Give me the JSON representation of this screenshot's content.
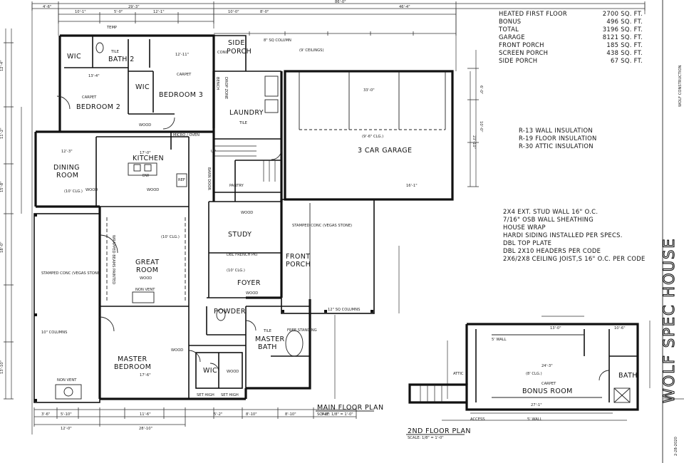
{
  "areas": [
    {
      "label": "HEATED FIRST FLOOR",
      "value": "2700 SQ. FT."
    },
    {
      "label": "BONUS",
      "value": "496 SQ. FT."
    },
    {
      "label": "TOTAL",
      "value": "3196 SQ. FT."
    },
    {
      "label": "GARAGE",
      "value": "8121 SQ. FT."
    },
    {
      "label": "FRONT PORCH",
      "value": "185 SQ. FT."
    },
    {
      "label": "SCREEN PORCH",
      "value": "438 SQ. FT."
    },
    {
      "label": "SIDE PORCH",
      "value": "67 SQ. FT."
    }
  ],
  "insulation": [
    "R-13 WALL INSULATION",
    "R-19 FLOOR INSULATION",
    "R-30 ATTIC INSULATION"
  ],
  "construction_notes": [
    "2X4 EXT. STUD WALL 16\" O.C.",
    "7/16\" OSB WALL SHEATHING",
    "HOUSE WRAP",
    "HARDI SIDING INSTALLED PER SPECS.",
    "DBL TOP PLATE",
    "DBL 2X10 HEADERS PER CODE",
    "2X6/2X8 CEILING JOIST,S 16\" O.C. PER CODE"
  ],
  "title": "WOLF SPEC HOUSE",
  "company": "WOLF CONSTRUCTION",
  "date": "2-28-2020",
  "main_floor_label": "MAIN FLOOR PLAN",
  "main_scale": "SCALE: 1/8\" = 1'-0\"",
  "second_floor_label": "2ND FLOOR PLAN",
  "second_scale": "SCALE: 1/8\" = 1'-0\"",
  "rooms": {
    "wic_top": "WIC",
    "bath2": "BATH 2",
    "bedroom2": "BEDROOM 2",
    "bedroom3": "BEDROOM 3",
    "wic_b3": "WIC",
    "side_porch_1": "SIDE",
    "side_porch_2": "PORCH",
    "laundry": "LAUNDRY",
    "garage": "3 CAR GARAGE",
    "kitchen": "KITCHEN",
    "dining_1": "DINING",
    "dining_2": "ROOM",
    "great_1": "GREAT",
    "great_2": "ROOM",
    "study": "STUDY",
    "front_1": "FRONT",
    "front_2": "PORCH",
    "foyer": "FOYER",
    "powder": "POWDER",
    "master_bath_1": "MASTER",
    "master_bath_2": "BATH",
    "master_bed_1": "MASTER",
    "master_bed_2": "BEDROOM",
    "wic_master": "WIC",
    "bonus": "BONUS ROOM",
    "bath_up": "BATH"
  },
  "small_labels": {
    "ceilings_9": "(9' CEILINGS)",
    "ceilings_10": "(10' CLG.)",
    "ceilings_8": "(8' CLG.)",
    "garage_clg": "(9'-6\" CLG.)",
    "carpet_b2": "CARPET",
    "carpet_b3": "CARPET",
    "carpet_bonus": "CARPET",
    "tile_bath2": "TILE",
    "tile_laundry": "TILE",
    "tile_mbath": "TILE",
    "wood_kitchen": "WOOD",
    "wood_dining": "WOOD",
    "wood_great": "WOOD",
    "wood_study": "WOOD",
    "wood_foyer": "WOOD",
    "wood_mbed": "WOOD",
    "wood_wic": "WOOD",
    "wood_hall": "WOOD",
    "stamped_left": "STAMPED CONC (VEGAS STONE)",
    "stamped_front": "STAMPED CONC (VEGAS STONE)",
    "columns_left": "10\" COLUMNS",
    "wrapped_beams": "WRAPPED BEAMS PAINTED",
    "non_vent_1": "NON VENT",
    "non_vent_2": "NON VENT",
    "dbl_french": "DBL FRENCH PKT",
    "micro_oven": "MICRO / OVEN",
    "pantry": "PANTRY",
    "bench": "BENCH",
    "drop_zone": "DROP ZONE",
    "free_standing": "FREE STANDING",
    "attic": "ATTIC",
    "access": "ACCESS",
    "set_high_1": "SET HIGH",
    "set_high_2": "SET HIGH",
    "ref": "REF",
    "dw": "DW",
    "up": "UP",
    "barn_door": "BARN DOOR",
    "conc": "CONC",
    "ed_column": "8\" SQ COLUMN",
    "sq_column": "12\" SQ COLUMNS",
    "temp": "TEMP",
    "five_wall": "5' WALL",
    "five_wall_2": "5' WALL"
  },
  "dims": {
    "top_total": "86'-0\"",
    "top_a": "29'-3\"",
    "top_b": "46'-4\"",
    "top_c": "4'-6\"",
    "top_d": "10'-1\"",
    "top_e": "5'-0\"",
    "top_f": "12'-1\"",
    "top_g": "10'-0\"",
    "top_h": "8'-0\"",
    "bot_total": "28'-10\"",
    "bot_a": "12'-0\"",
    "bot_b": "3'-6\"",
    "bot_c": "11'-6\"",
    "bot_d": "5'-10\"",
    "bot_e": "8'-10\"",
    "bot_f": "5'-2\"",
    "bot_g": "8'-10\"",
    "bot_h": "3'-6\"",
    "left_a": "12'-4\"",
    "left_b": "11'-2\"",
    "left_c": "15'-8\"",
    "left_d": "18'-0\"",
    "left_e": "13'-10\"",
    "right_a": "6'-0\"",
    "right_b": "10'-0\"",
    "right_c": "23'-10\"",
    "garage_w": "33'-0\"",
    "garage_w2": "16'-1\"",
    "bonus_w": "24'-3\"",
    "bonus_w2": "27'-1\"",
    "bonus_top": "13'-0\"",
    "bonus_r": "10'-6\"",
    "mbed_w": "17'-6\"",
    "kitchen_w": "17'-0\"",
    "dining_w": "12'-3\"",
    "b2_w": "13'-4\"",
    "b3_w": "12'-11\""
  }
}
